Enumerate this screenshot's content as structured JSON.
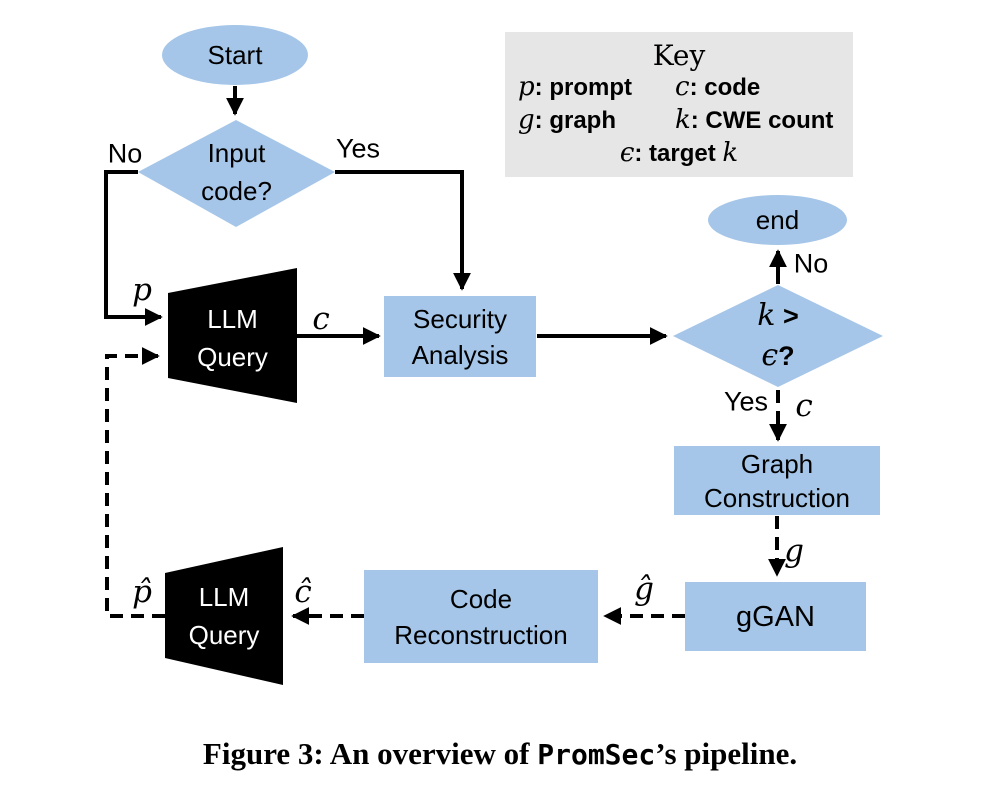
{
  "figure": {
    "caption_prefix": "Figure 3: An overview of ",
    "caption_code": "PromSec",
    "caption_suffix": "’s pipeline."
  },
  "legend": {
    "title": "Key",
    "entries": [
      {
        "sym": "p",
        "desc": ": prompt"
      },
      {
        "sym": "c",
        "desc": ": code"
      },
      {
        "sym": "g",
        "desc": ": graph"
      },
      {
        "sym": "k",
        "desc": ": CWE count"
      },
      {
        "sym": "ϵ",
        "desc": ": target ",
        "suffix": "k"
      }
    ]
  },
  "nodes": {
    "start": "Start",
    "input_line1": "Input",
    "input_line2": "code?",
    "llm1_line1": "LLM",
    "llm1_line2": "Query",
    "security_line1": "Security",
    "security_line2": "Analysis",
    "end": "end",
    "k_sym": "k",
    "k_rest": " >",
    "eps_sym": "ϵ",
    "eps_rest": "?",
    "graph_line1": "Graph",
    "graph_line2": "Construction",
    "ggan": "gGAN",
    "recon_line1": "Code",
    "recon_line2": "Reconstruction",
    "llm2_line1": "LLM",
    "llm2_line2": "Query"
  },
  "edge_labels": {
    "no_left": "No",
    "yes_left": "Yes",
    "p": "p",
    "c_mid": "c",
    "no_right": "No",
    "yes_right": "Yes",
    "c_right": "c",
    "g": "g",
    "g_hat": "ĝ",
    "c_hat": "ĉ",
    "p_hat": "p̂"
  },
  "colors": {
    "node_fill": "#A5C6E8",
    "llm_fill": "#000000",
    "legend_bg": "#E7E6E6",
    "line": "#000000"
  }
}
